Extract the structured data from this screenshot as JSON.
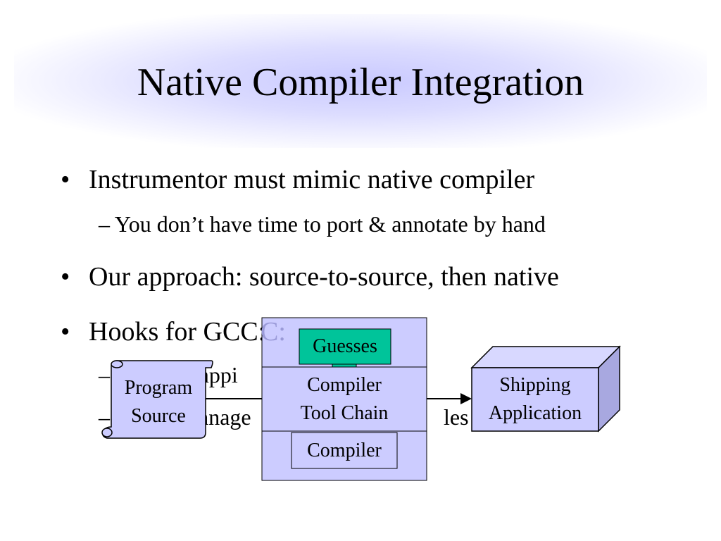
{
  "slide": {
    "title": "Native Compiler Integration",
    "bullets": [
      {
        "text": "Instrumentor must mimic native compiler"
      },
      {
        "text": "Our approach: source-to-source, then native"
      },
      {
        "text": "Hooks for GCC:",
        "ghost_suffix": "C:"
      }
    ],
    "subbullets": [
      {
        "text": "You don’t have time to port & annotate by hand"
      },
      {
        "visible_fragment": "rappi"
      },
      {
        "visible_fragment": "anage",
        "visible_fragment_2": "les"
      }
    ]
  },
  "diagram": {
    "program_source": [
      "Program",
      "Source"
    ],
    "guesses": "Guesses",
    "tool_chain": [
      "Compiler",
      "Tool Chain"
    ],
    "compiler": "Compiler",
    "shipping": [
      "Shipping",
      "Application"
    ]
  },
  "colors": {
    "lavender": "#ccccff",
    "teal": "#00c49a",
    "glow": "#c9c9ff",
    "ghost_text": "#9a9ad8"
  }
}
